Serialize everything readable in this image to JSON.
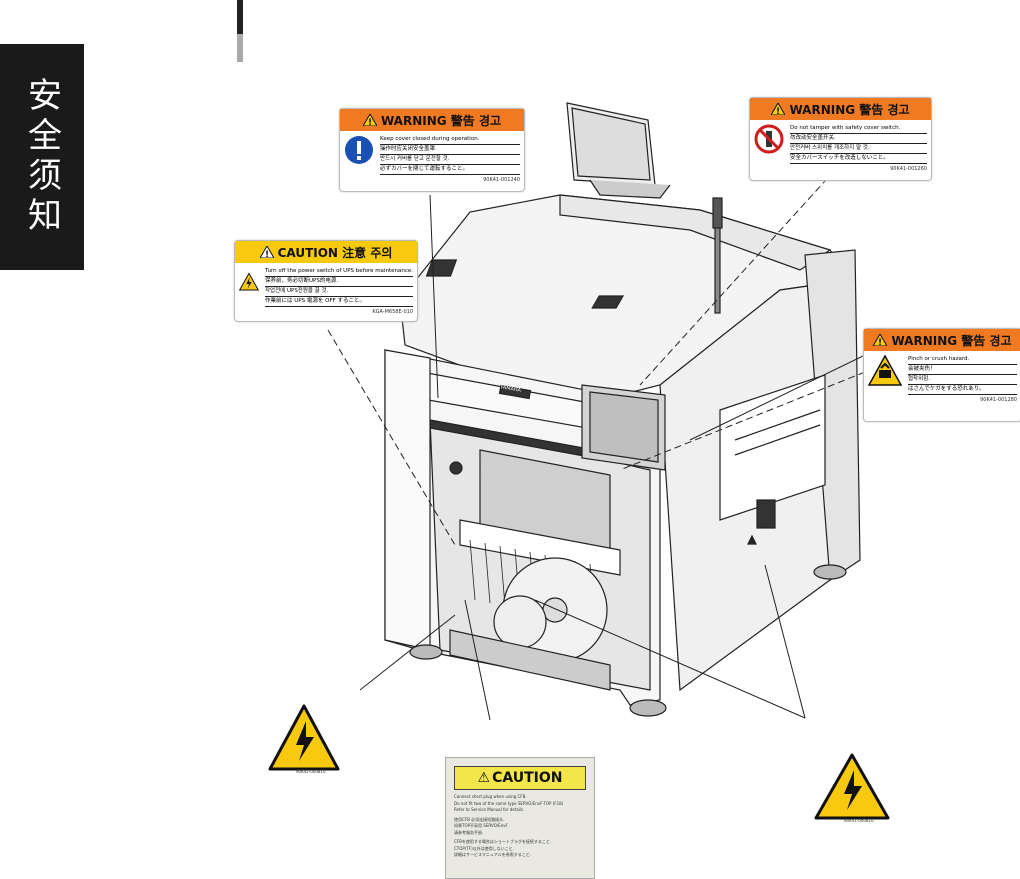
{
  "side_title": "安全须知",
  "labels": {
    "warning_top_left": {
      "header": "WARNING 警告 경고",
      "lines": [
        "Keep cover closed during operation.",
        "操作时应关闭安全盖罩.",
        "반드시 커버를 닫고 운전할 것.",
        "必ずカバーを閉じて運転すること。"
      ],
      "code": "90K41-001240"
    },
    "warning_top_right": {
      "header": "WARNING 警告 경고",
      "lines": [
        "Do not tamper with safety cover switch.",
        "勿改动安全盖开关.",
        "안전커버 스위치를 개조하지 말 것.",
        "安全カバースイッチを改造しないこと。"
      ],
      "code": "90K41-001260"
    },
    "caution_left": {
      "header": "CAUTION 注意 주의",
      "lines": [
        "Turn off the power switch of UPS before maintenance.",
        "保养前，务必切断UPS的电源.",
        "작업전에 UPS전원을 끌 것.",
        "作業前には UPS 電源を OFF すること。"
      ],
      "code": "KGA-M658E-010"
    },
    "warning_right": {
      "header": "WARNING 警告 경고",
      "lines": [
        "Pinch or crush hazard.",
        "会被夹伤！",
        "협착위험.",
        "はさんでケガをする恐れあり。"
      ],
      "code": "90K41-001280"
    },
    "caution_bottom": {
      "header": "CAUTION",
      "lines": [
        "Connect short plug when using CFB.",
        "Do not fit two of the same type SERVO/EnvF-TOP (F18)",
        "Refer to Service Manual for details.",
        "使用CFB 必须连接短路插头.",
        "如果TOP不采用 SERVO/EnvF",
        "请参考服务手册.",
        "CFBを使用する場合はショートプラグを接続すること.",
        "CTOP(TF)以外は使用しないこと.",
        "詳細はサービスマニュアルを参照すること."
      ]
    },
    "hv_left_code": "90K41-000810",
    "hv_right_code": "90K41-000810"
  },
  "machine": {
    "badge": "YAMAHA"
  }
}
